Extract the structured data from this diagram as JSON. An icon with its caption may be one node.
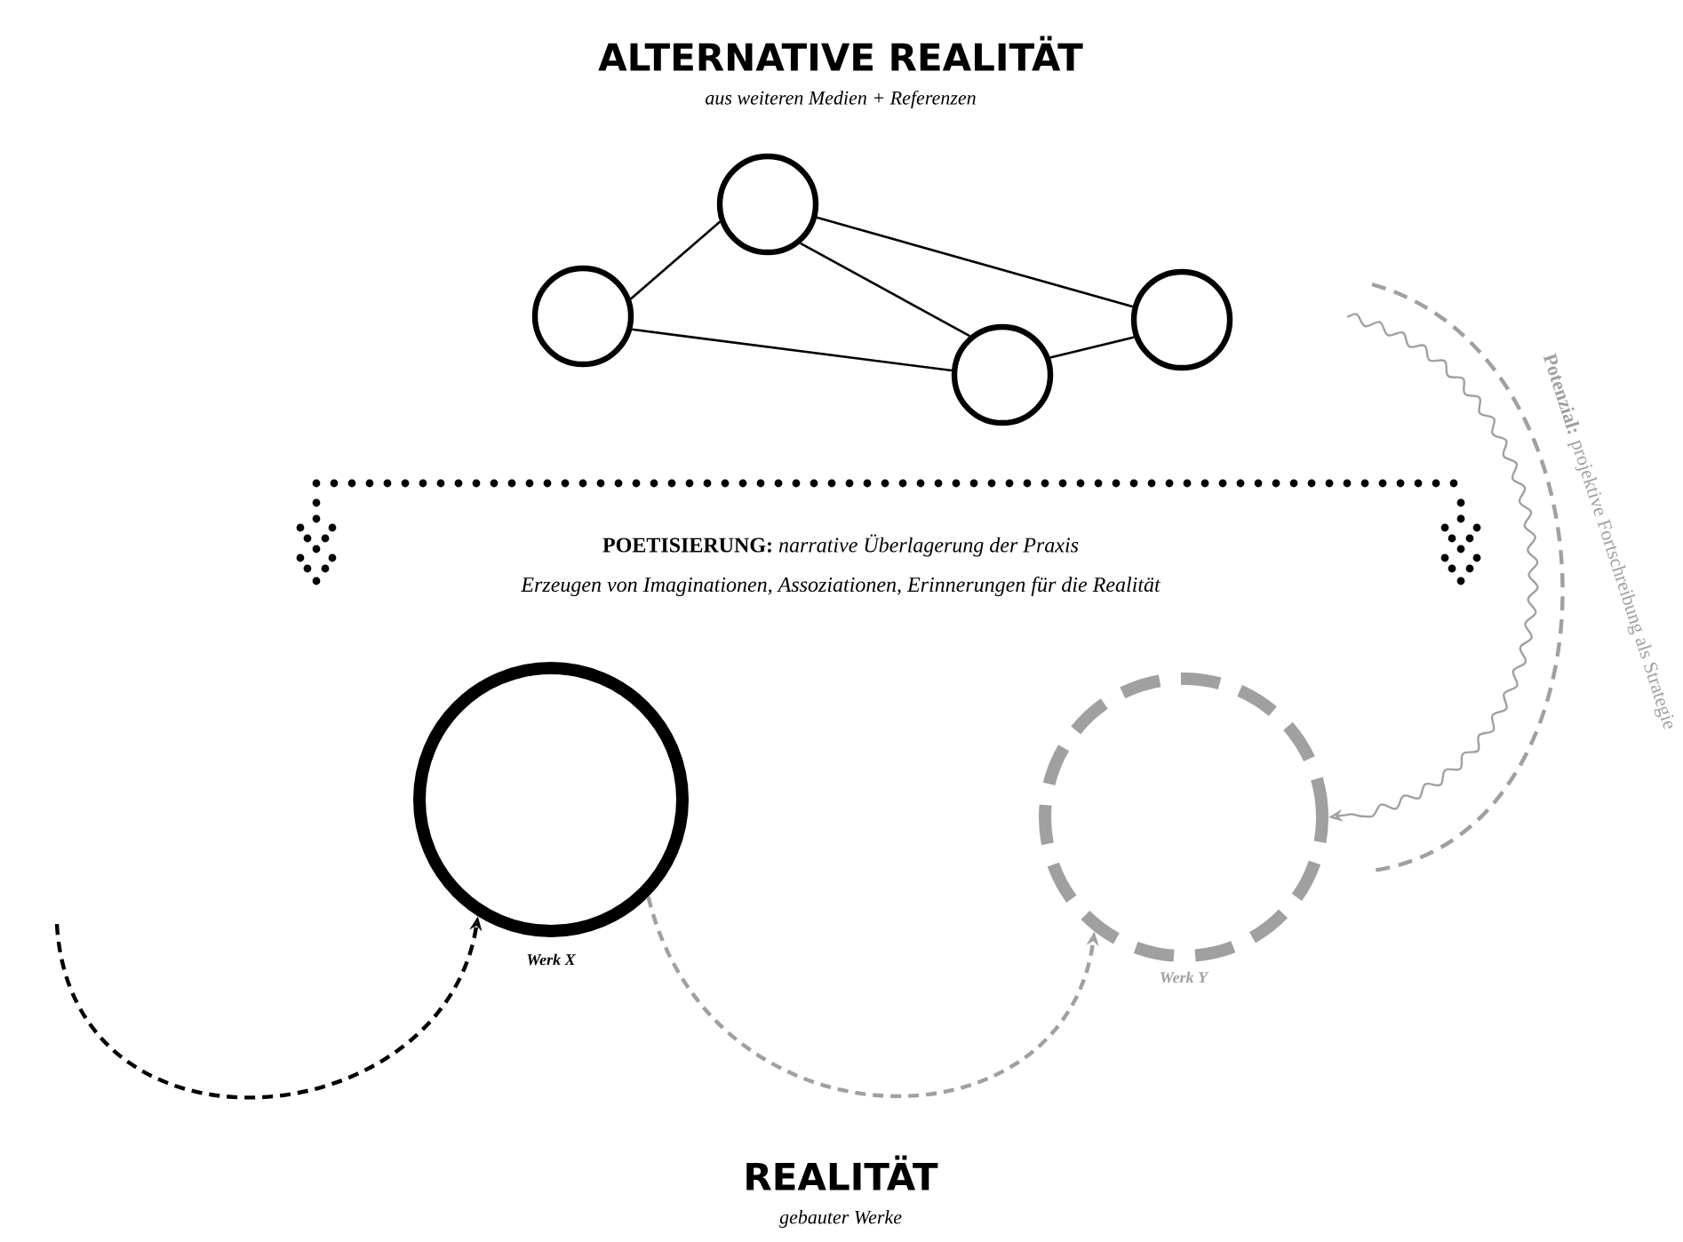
{
  "diagram": {
    "title": "ALTERNATIVE REALITÄT",
    "nodes": [
      {
        "text": [],
        "shape": "circle"
      },
      {
        "text": [],
        "shape": "circle"
      },
      {
        "text": [],
        "shape": "circle"
      },
      {
        "text": [],
        "shape": "circle"
      },
      {
        "text": [],
        "shape": "circle",
        "beside": [
          "Werk X"
        ]
      },
      {
        "text": [],
        "shape": "circle",
        "beside": [
          "Werk Y"
        ]
      }
    ],
    "edges": [
      {
        "from": 0,
        "to": 1,
        "arrow": "none"
      },
      {
        "from": 0,
        "to": 2,
        "arrow": "none"
      },
      {
        "from": 0,
        "to": 3,
        "arrow": "none"
      },
      {
        "from": 1,
        "to": 2,
        "arrow": "none"
      },
      {
        "from": 2,
        "to": 3,
        "arrow": "none"
      },
      {
        "from": null,
        "to": 4,
        "arrow": "to",
        "style": "dashed"
      },
      {
        "from": 4,
        "to": 5,
        "arrow": "to",
        "style": "dashed",
        "color": "#a0a0a0"
      },
      {
        "from": null,
        "to": 5,
        "arrow": "to",
        "color": "#a0a0a0"
      }
    ],
    "labels": [
      "aus weiteren Medien + Referenzen",
      "**POETISIERUNG:** *narrative Überlagerung der Praxis*",
      "Erzeugen von Imaginationen, Assoziationen, Erinnerungen für die Realität",
      "**Potenzial:** projektive Fortschreibung als Strategie",
      "REALITÄT",
      "gebauter Werke"
    ]
  }
}
